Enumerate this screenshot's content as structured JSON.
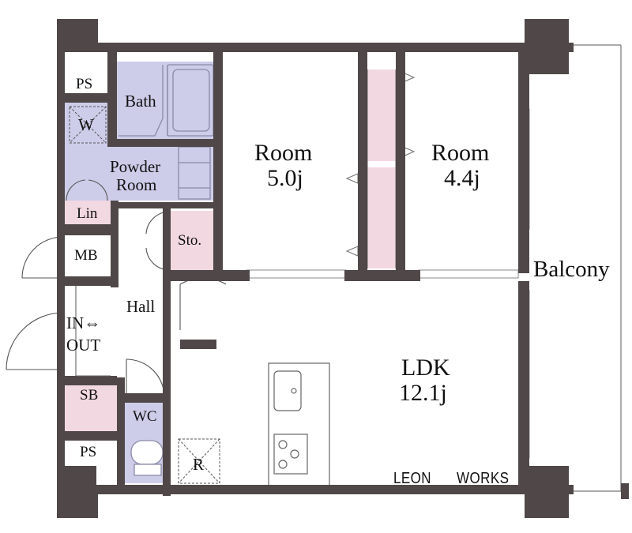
{
  "rooms": {
    "ps_top": "PS",
    "bath": "Bath",
    "washer": "W",
    "powder_line1": "Powder",
    "powder_line2": "Room",
    "linen": "Lin",
    "meter_box": "MB",
    "storage": "Sto.",
    "hall": "Hall",
    "entrance_line1": "IN⇔",
    "entrance_line2": "OUT",
    "shoe_box": "SB",
    "wc": "WC",
    "ps_bottom": "PS",
    "refrigerator": "R",
    "room1_name": "Room",
    "room1_size": "5.0j",
    "room2_name": "Room",
    "room2_size": "4.4j",
    "ldk_name": "LDK",
    "ldk_size": "12.1j",
    "balcony": "Balcony"
  },
  "brand": {
    "left": "LEON",
    "right": "WORKS"
  },
  "colors": {
    "wall": "#504848",
    "wet_area": "#cdcdea",
    "storage": "#f2d8e1",
    "fixture_line": "#8a8aa8"
  }
}
